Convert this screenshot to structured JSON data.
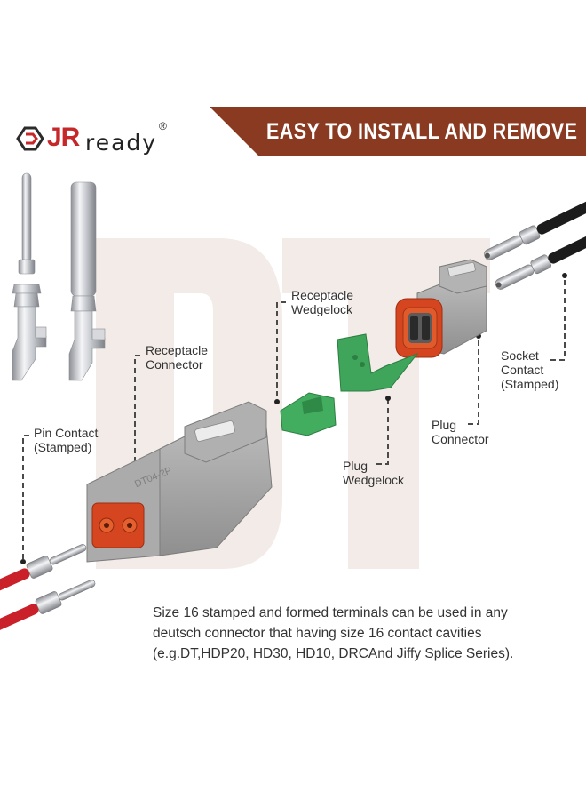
{
  "brand": {
    "logo_text_main": "JR",
    "logo_text_sub": "ready",
    "trademark": "®",
    "icon": "jrready-logo-icon"
  },
  "banner": {
    "title": "EASY TO INSTALL AND REMOVE",
    "color": "#8b3a22"
  },
  "watermark_letters": "DT",
  "labels": {
    "receptacle_wedgelock": [
      "Receptacle",
      "Wedgelock"
    ],
    "receptacle_connector": [
      "Receptacle",
      "Connector"
    ],
    "pin_contact": [
      "Pin Contact",
      "(Stamped)"
    ],
    "socket_contact": [
      "Socket",
      "Contact",
      "(Stamped)"
    ],
    "plug_connector": [
      "Plug",
      "Connector"
    ],
    "plug_wedgelock": [
      "Plug",
      "Wedgelock"
    ]
  },
  "connector_marking": "DT04-2P",
  "description": [
    "Size 16 stamped and formed terminals can be used in any",
    "deutsch connector that having size 16 contact cavities",
    "(e.g.DT,HDP20, HD30, HD10, DRCAnd Jiffy Splice Series)."
  ],
  "colors": {
    "connector_gray": "#a9a9a9",
    "seal_orange": "#d5451f",
    "wedgelock_green": "#3ea55a",
    "wire_red": "#c9202a",
    "wire_black": "#1c1c1c",
    "watermark": "#f3ebe7"
  }
}
